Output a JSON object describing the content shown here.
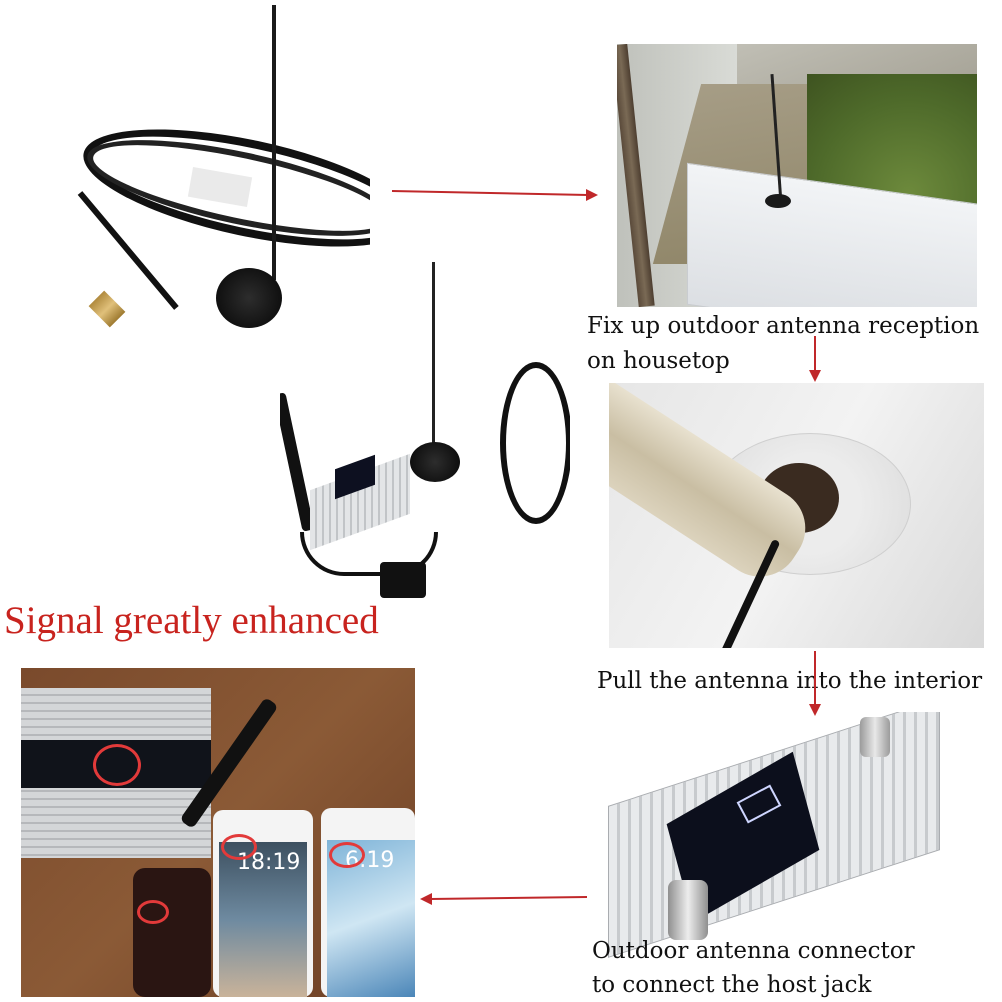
{
  "headline": "Signal greatly enhanced",
  "captions": {
    "outdoor_line1": "Fix up outdoor antenna reception",
    "outdoor_line2": "on housetop",
    "interior": "Pull the antenna into the interior",
    "connector_line1": "Outdoor antenna connector",
    "connector_line2": "to connect the host jack"
  },
  "phone_times": {
    "left": "18:19",
    "right": "6:19"
  },
  "colors": {
    "arrow": "#c0282a",
    "headline": "#c8231e",
    "highlight_ring": "#e23a3a"
  }
}
